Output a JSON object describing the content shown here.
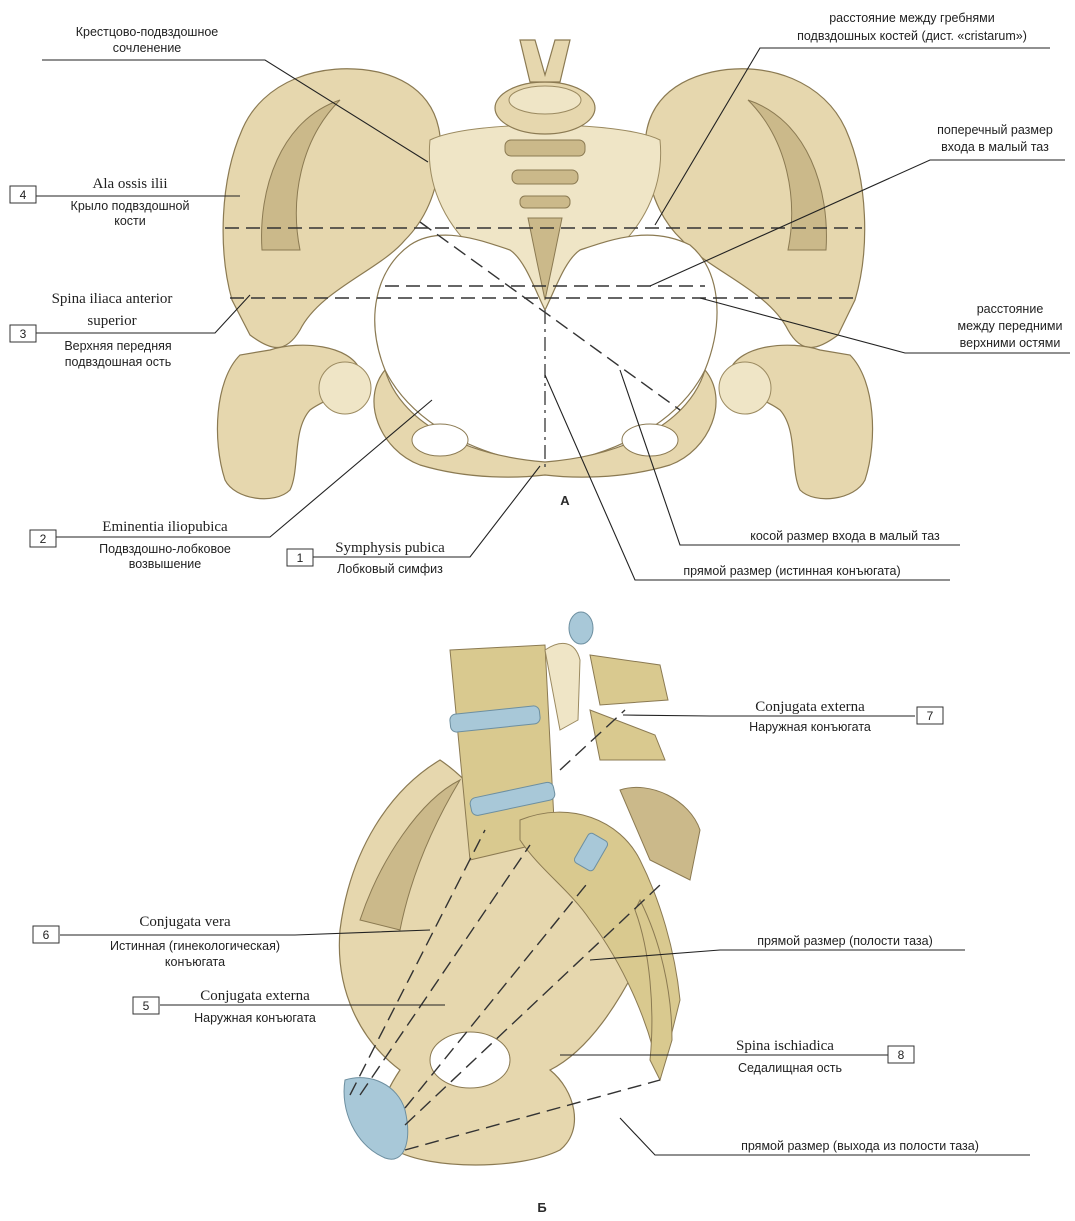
{
  "figures": {
    "a_letter": "А",
    "b_letter": "Б"
  },
  "labels": {
    "sacroiliac_line1": "Крестцово-подвздошное",
    "sacroiliac_line2": "сочленение",
    "cristarum_line1": "расстояние между гребнями",
    "cristarum_line2": "подвздошных костей (дист. «cristarum»)",
    "transverse_line1": "поперечный размер",
    "transverse_line2": "входа в малый таз",
    "ala_num": "4",
    "ala_latin": "Ala ossis ilii",
    "ala_ru1": "Крыло подвздошной",
    "ala_ru2": "кости",
    "spina_num": "3",
    "spina_latin1": "Spina iliaca anterior",
    "spina_latin2": "superior",
    "spina_ru1": "Верхняя передняя",
    "spina_ru2": "подвздошная ость",
    "spinarum_line1": "расстояние",
    "spinarum_line2": "между передними",
    "spinarum_line3": "верхними остями",
    "emin_num": "2",
    "emin_latin": "Eminentia iliopubica",
    "emin_ru1": "Подвздошно-лобковое",
    "emin_ru2": "возвышение",
    "symph_num": "1",
    "symph_latin": "Symphysis pubica",
    "symph_ru": "Лобковый симфиз",
    "oblique": "косой размер входа в малый таз",
    "direct_true": "прямой размер (истинная конъюгата)",
    "conj_ext_top_num": "7",
    "conj_ext_top_latin": "Conjugata externa",
    "conj_ext_top_ru": "Наружная конъюгата",
    "conj_vera_num": "6",
    "conj_vera_latin": "Conjugata vera",
    "conj_vera_ru1": "Истинная (гинекологическая)",
    "conj_vera_ru2": "конъюгата",
    "cavity_direct": "прямой размер (полости таза)",
    "conj_ext_num": "5",
    "conj_ext_latin": "Conjugata externa",
    "conj_ext_ru": "Наружная конъюгата",
    "ischial_num": "8",
    "ischial_latin": "Spina ischiadica",
    "ischial_ru": "Седалищная ость",
    "outlet_direct": "прямой размер (выхода из полости таза)"
  },
  "colors": {
    "bone": "#e6d7ae",
    "bone_shadow": "#cbb98a",
    "cartilage": "#a8c8d8",
    "leader": "#222222"
  }
}
